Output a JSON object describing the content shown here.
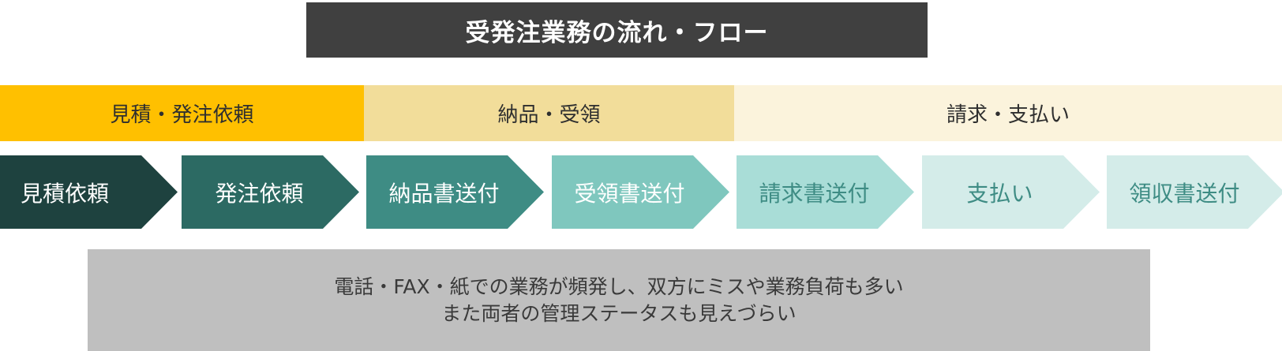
{
  "title": "受発注業務の流れ・フロー",
  "phases": [
    {
      "label": "見積・発注依頼",
      "color": "#ffc000"
    },
    {
      "label": "納品・受領",
      "color": "#f2dd9a"
    },
    {
      "label": "請求・支払い",
      "color": "#fbf3dc"
    }
  ],
  "steps": [
    {
      "label": "見積依頼",
      "bg": "#1e423f",
      "fg": "#ffffff"
    },
    {
      "label": "発注依頼",
      "bg": "#2c6a63",
      "fg": "#ffffff"
    },
    {
      "label": "納品書送付",
      "bg": "#3e8c84",
      "fg": "#ffffff"
    },
    {
      "label": "受領書送付",
      "bg": "#7fc7be",
      "fg": "#ffffff"
    },
    {
      "label": "請求書送付",
      "bg": "#a9ddd7",
      "fg": "#3e8c84"
    },
    {
      "label": "支払い",
      "bg": "#d4ece9",
      "fg": "#3e8c84"
    },
    {
      "label": "領収書送付",
      "bg": "#d4ece9",
      "fg": "#3e8c84"
    }
  ],
  "note": {
    "line1": "電話・FAX・紙での業務が頻発し、双方にミスや業務負荷も多い",
    "line2": "また両者の管理ステータスも見えづらい"
  }
}
